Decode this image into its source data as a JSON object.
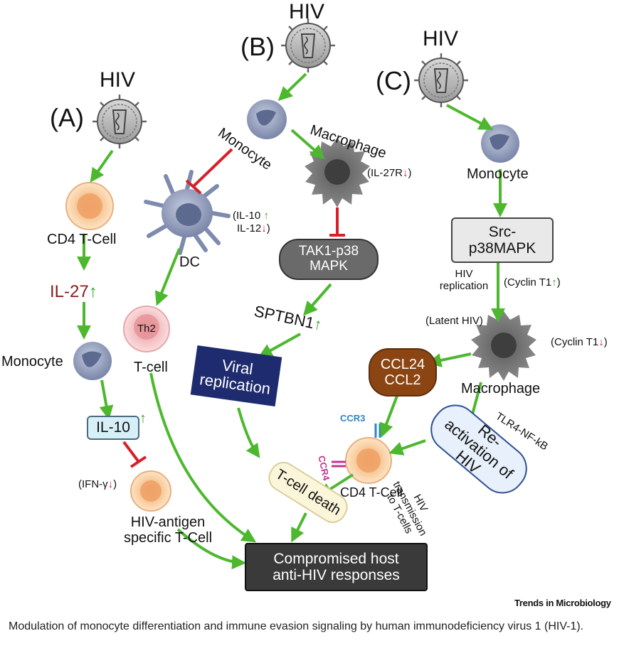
{
  "virus_label": "HIV",
  "panels": {
    "a": {
      "letter": "(A)",
      "cd4": "CD4 T-Cell",
      "il27": "IL-27",
      "monocyte": "Monocyte",
      "il10": "IL-10",
      "ifn": "(IFN-γ",
      "hiv_antigen": "HIV-antigen specific T-Cell"
    },
    "b": {
      "letter": "(B)",
      "monocyte": "Monocyte",
      "macrophage": "Macrophage",
      "il27r": "(IL-27R",
      "il10": "(IL-10",
      "il12": "IL-12",
      "dc": "DC",
      "tak1": "TAK1-p38 MAPK",
      "sptbn1": "SPTBN1",
      "th2": "Th2",
      "tcell": "T-cell",
      "viral_replication": "Viral replication",
      "tcell_death": "T-cell death"
    },
    "c": {
      "letter": "(C)",
      "monocyte": "Monocyte",
      "src": "Src- p38MAPK",
      "hiv_replication": "HIV replication",
      "cyclin_up": "(Cyclin T1",
      "latent": "(Latent HIV)",
      "cyclin_down": "(Cyclin T1",
      "ccl": "CCL24 CCL2",
      "macrophage": "Macrophage",
      "reactivation": "Re-activation of HIV",
      "tlr4": "TLR4-NF-kB",
      "transmission": "HIV transmission to T-cells",
      "ccr3": "CCR3",
      "ccr4": "CCR4",
      "cd4": "CD4 T-Cell"
    }
  },
  "outcome": "Compromised host anti-HIV responses",
  "journal": "Trends in Microbiology",
  "caption": "Modulation of monocyte differentiation and immune evasion signaling by human immunodeficiency virus 1 (HIV-1).",
  "colors": {
    "activation_arrow": "#4db82e",
    "inhibition": "#d6202a",
    "dark_box": "#3a3a3a",
    "navy_box": "#1e2b6e",
    "brown_box": "#8b4513",
    "il27_text": "#8b1a1a"
  }
}
